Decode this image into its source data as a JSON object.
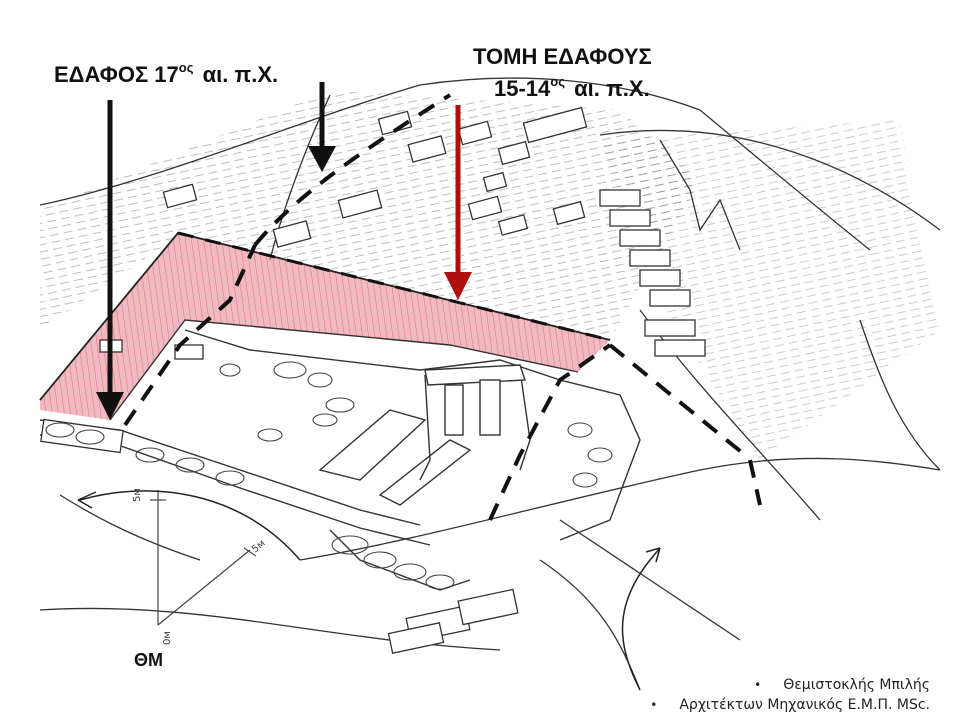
{
  "labels": {
    "left_main": "ΕΔΑΦΟΣ  17",
    "left_sup": "ος",
    "left_tail": " αι. π.Χ.",
    "right_line1": "ΤΟΜΗ ΕΔΑΦΟΥΣ",
    "right_main": "15-14",
    "right_sup": "ος",
    "right_tail": " αι. π.Χ."
  },
  "author_mark": "ΘΜ",
  "credits": {
    "bullet": "•",
    "line1": "Θεμιστοκλής Μπιλής",
    "line2": "Αρχιτέκτων Μηχανικός Ε.Μ.Π. MSc."
  },
  "scale_labels": {
    "vertical": "5м",
    "diagonal": "5м",
    "origin": "0м"
  },
  "colors": {
    "black_arrow": "#111111",
    "red_arrow": "#b00f0f",
    "section_fill": "#e88a96",
    "sketch_line": "#333333"
  }
}
